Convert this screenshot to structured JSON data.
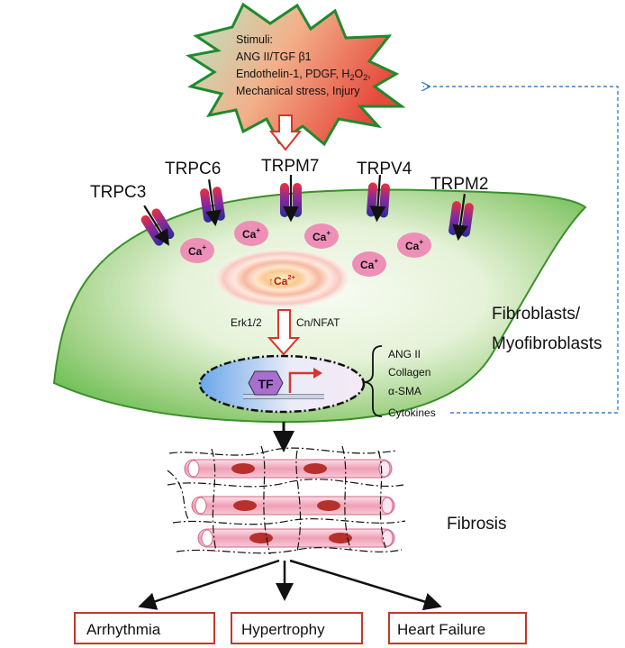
{
  "stimuli": {
    "heading": "Stimuli:",
    "line1": "ANG II/TGF β1",
    "line2_pre": "Endothelin-1, PDGF, H",
    "line2_sub1": "2",
    "line2_mid": "O",
    "line2_sub2": "2",
    "line2_post": ",",
    "line3": "Mechanical stress, Injury"
  },
  "channels": [
    {
      "label": "TRPC3"
    },
    {
      "label": "TRPC6"
    },
    {
      "label": "TRPM7"
    },
    {
      "label": "TRPV4"
    },
    {
      "label": "TRPM2"
    }
  ],
  "ions": {
    "ca": "Ca",
    "plus": "+",
    "up_arrow": "↑",
    "ca2": "Ca",
    "ca2_charge": "2+"
  },
  "pathway": {
    "left": "Erk1/2",
    "right": "Cn/NFAT"
  },
  "transcription": {
    "tf": "TF"
  },
  "outputs": [
    "ANG II",
    "Collagen",
    "α-SMA",
    "Cytokines"
  ],
  "cell_label": {
    "line1": "Fibroblasts/",
    "line2": "Myofibroblasts"
  },
  "fibrosis_label": "Fibrosis",
  "outcomes": [
    "Arrhythmia",
    "Hypertrophy",
    "Heart Failure"
  ],
  "colors": {
    "cell_fill": "#82c96a",
    "cell_edge": "#3a8f2a",
    "star_edge": "#1f8a2e",
    "feedback_arrow": "#3a7fd0",
    "outcome_border": "#c0392b",
    "hollow_arrow": "#d9362b",
    "ion_bubble": "#ee8fb7",
    "fiber_fill": "#f3b4c6",
    "fiber_nucleus": "#b7312c"
  },
  "icons": {
    "channel": "ion-channel-icon",
    "promoter": "promoter-arrow-icon",
    "tf_hexagon": "hexagon-icon"
  }
}
